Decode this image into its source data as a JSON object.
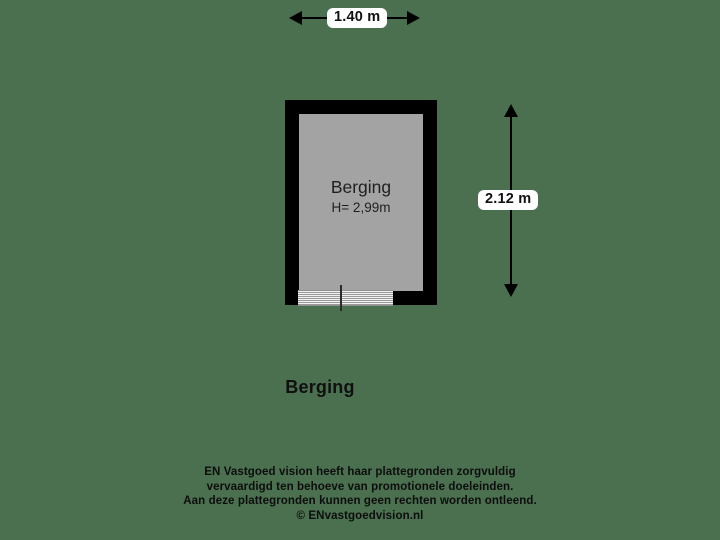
{
  "page": {
    "background_color": "#4a7050",
    "plan_title": "Berging"
  },
  "dimensions": {
    "top": {
      "label": "1.40 m",
      "orientation": "horizontal",
      "unit": "m",
      "value": "1.40"
    },
    "right": {
      "label": "2.12 m",
      "orientation": "vertical",
      "unit": "m",
      "value": "2.12"
    }
  },
  "room": {
    "name": "Berging",
    "height_label": "H= 2,99m",
    "wall_color": "#000000",
    "floor_color": "#a3a3a3",
    "door": {
      "type": "sliding-door",
      "label": ""
    }
  },
  "footer": {
    "line1": "EN Vastgoed vision heeft haar plattegronden zorgvuldig",
    "line2": "vervaardigd ten behoeve van promotionele doeleinden.",
    "line3": "Aan deze plattegronden kunnen geen rechten worden ontleend.",
    "line4": "© ENvastgoedvision.nl"
  }
}
